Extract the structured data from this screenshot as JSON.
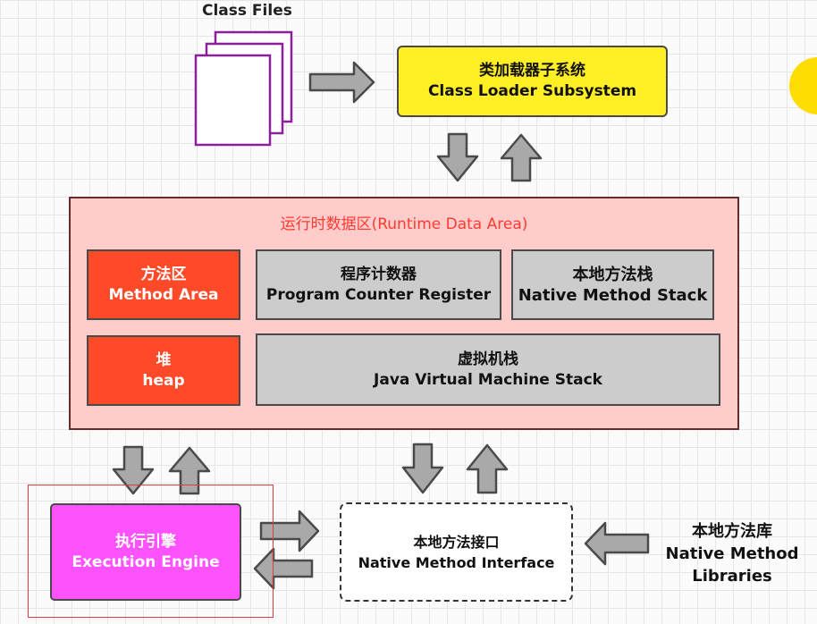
{
  "class_files": {
    "label": "Class Files"
  },
  "class_loader": {
    "line1": "类加载器子系统",
    "line2": "Class Loader Subsystem",
    "fill": "#ffef24"
  },
  "runtime_area": {
    "title": "运行时数据区(Runtime Data Area)",
    "fill": "#ffcccc",
    "title_color": "#ff3b30",
    "method_area": {
      "line1": "方法区",
      "line2": "Method Area"
    },
    "program_counter": {
      "line1": "程序计数器",
      "line2": "Program Counter Register"
    },
    "native_stack": {
      "line1": "本地方法栈",
      "line2": "Native Method Stack"
    },
    "heap": {
      "line1": "堆",
      "line2": "heap"
    },
    "jvm_stack": {
      "line1": "虚拟机栈",
      "line2": "Java Virtual Machine Stack"
    },
    "red_fill": "#ff4a2a",
    "gray_fill": "#cccccc"
  },
  "execution_engine": {
    "line1": "执行引擎",
    "line2": "Execution Engine",
    "fill": "#ff52ff"
  },
  "native_interface": {
    "line1": "本地方法接口",
    "line2": "Native Method Interface"
  },
  "native_libraries": {
    "line1": "本地方法库",
    "line2": "Native Method",
    "line3": "Libraries"
  },
  "highlight_color": "#e0393e"
}
